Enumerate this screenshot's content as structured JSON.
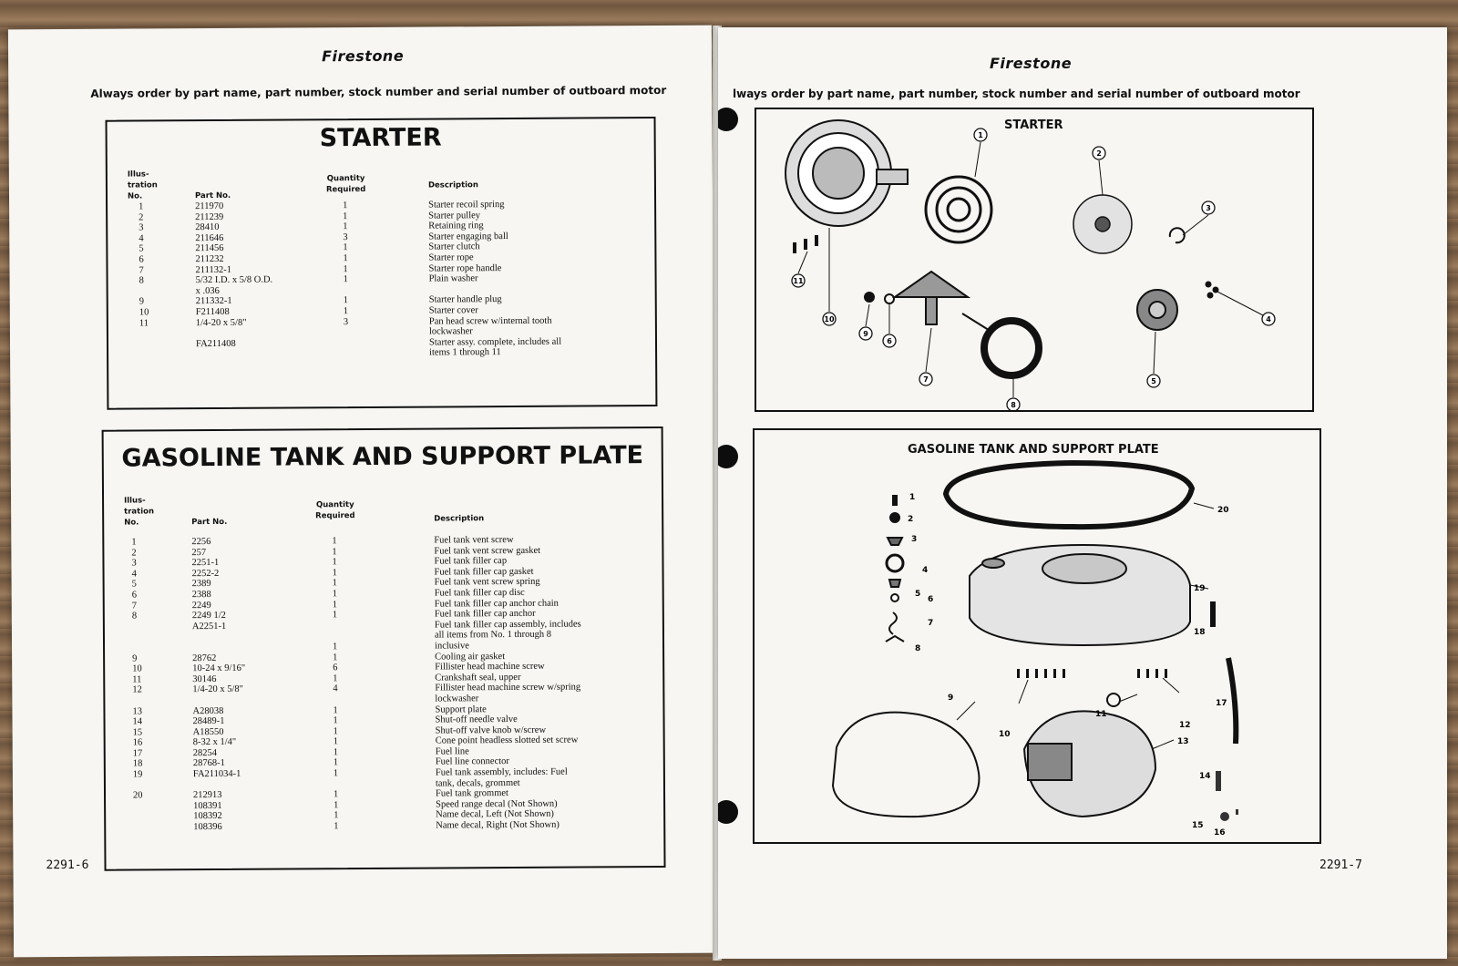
{
  "brand": "Firestone",
  "order_note_left": "Always order by part name, part number, stock number and serial number of outboard motor",
  "order_note_right": "lways order by part name, part number, stock number and serial number of outboard motor",
  "headers": {
    "illus": [
      "Illus-",
      "tration",
      "No."
    ],
    "part_no": "Part No.",
    "qty": [
      "Quantity",
      "Required"
    ],
    "desc": "Description"
  },
  "starter": {
    "title": "STARTER",
    "rows": [
      {
        "illus": "1",
        "part": "211970",
        "qty": "1",
        "desc": "Starter recoil spring"
      },
      {
        "illus": "2",
        "part": "211239",
        "qty": "1",
        "desc": "Starter pulley"
      },
      {
        "illus": "3",
        "part": "28410",
        "qty": "1",
        "desc": "Retaining ring"
      },
      {
        "illus": "4",
        "part": "211646",
        "qty": "3",
        "desc": "Starter engaging ball"
      },
      {
        "illus": "5",
        "part": "211456",
        "qty": "1",
        "desc": "Starter clutch"
      },
      {
        "illus": "6",
        "part": "211232",
        "qty": "1",
        "desc": "Starter rope"
      },
      {
        "illus": "7",
        "part": "211132-1",
        "qty": "1",
        "desc": "Starter rope handle"
      },
      {
        "illus": "8",
        "part": "5/32 I.D. x 5/8 O.D.",
        "qty": "1",
        "desc": "Plain washer"
      },
      {
        "illus": "",
        "part": "x .036",
        "qty": "",
        "desc": ""
      },
      {
        "illus": "9",
        "part": "211332-1",
        "qty": "1",
        "desc": "Starter handle plug"
      },
      {
        "illus": "10",
        "part": "F211408",
        "qty": "1",
        "desc": "Starter cover"
      },
      {
        "illus": "11",
        "part": "1/4-20 x 5/8\"",
        "qty": "3",
        "desc": "Pan head screw w/internal tooth"
      },
      {
        "illus": "",
        "part": "",
        "qty": "",
        "desc": "lockwasher"
      },
      {
        "illus": "",
        "part": "FA211408",
        "qty": "",
        "desc": "Starter assy. complete, includes all"
      },
      {
        "illus": "",
        "part": "",
        "qty": "",
        "desc": "items 1 through 11"
      }
    ]
  },
  "gas": {
    "title": "GASOLINE TANK AND SUPPORT PLATE",
    "rows": [
      {
        "illus": "1",
        "part": "2256",
        "qty": "1",
        "desc": "Fuel tank vent screw"
      },
      {
        "illus": "2",
        "part": "257",
        "qty": "1",
        "desc": "Fuel tank vent screw gasket"
      },
      {
        "illus": "3",
        "part": "2251-1",
        "qty": "1",
        "desc": "Fuel tank filler cap"
      },
      {
        "illus": "4",
        "part": "2252-2",
        "qty": "1",
        "desc": "Fuel tank filler cap gasket"
      },
      {
        "illus": "5",
        "part": "2389",
        "qty": "1",
        "desc": "Fuel tank vent screw spring"
      },
      {
        "illus": "6",
        "part": "2388",
        "qty": "1",
        "desc": "Fuel tank filler cap disc"
      },
      {
        "illus": "7",
        "part": "2249",
        "qty": "1",
        "desc": "Fuel tank filler cap anchor chain"
      },
      {
        "illus": "8",
        "part": "2249 1/2",
        "qty": "1",
        "desc": "Fuel tank filler cap anchor"
      },
      {
        "illus": "",
        "part": "A2251-1",
        "qty": "",
        "desc": "Fuel tank filler cap assembly, includes"
      },
      {
        "illus": "",
        "part": "",
        "qty": "",
        "desc": "all items from No. 1 through 8"
      },
      {
        "illus": "",
        "part": "",
        "qty": "1",
        "desc": "inclusive"
      },
      {
        "illus": "9",
        "part": "28762",
        "qty": "1",
        "desc": "Cooling air gasket"
      },
      {
        "illus": "10",
        "part": "10-24 x 9/16\"",
        "qty": "6",
        "desc": "Fillister head machine screw"
      },
      {
        "illus": "11",
        "part": "30146",
        "qty": "1",
        "desc": "Crankshaft seal, upper"
      },
      {
        "illus": "12",
        "part": "1/4-20 x 5/8\"",
        "qty": "4",
        "desc": "Fillister head machine screw w/spring"
      },
      {
        "illus": "",
        "part": "",
        "qty": "",
        "desc": "lockwasher"
      },
      {
        "illus": "13",
        "part": "A28038",
        "qty": "1",
        "desc": "Support plate"
      },
      {
        "illus": "14",
        "part": "28489-1",
        "qty": "1",
        "desc": "Shut-off needle valve"
      },
      {
        "illus": "15",
        "part": "A18550",
        "qty": "1",
        "desc": "Shut-off valve knob w/screw"
      },
      {
        "illus": "16",
        "part": "8-32 x 1/4\"",
        "qty": "1",
        "desc": "Cone point headless slotted set screw"
      },
      {
        "illus": "17",
        "part": "28254",
        "qty": "1",
        "desc": "Fuel line"
      },
      {
        "illus": "18",
        "part": "28768-1",
        "qty": "1",
        "desc": "Fuel line connector"
      },
      {
        "illus": "19",
        "part": "FA211034-1",
        "qty": "1",
        "desc": "Fuel tank assembly, includes: Fuel"
      },
      {
        "illus": "",
        "part": "",
        "qty": "",
        "desc": "tank, decals, grommet"
      },
      {
        "illus": "20",
        "part": "212913",
        "qty": "1",
        "desc": "Fuel tank grommet"
      },
      {
        "illus": "",
        "part": "108391",
        "qty": "1",
        "desc": "Speed range decal (Not Shown)"
      },
      {
        "illus": "",
        "part": "108392",
        "qty": "1",
        "desc": "Name decal, Left (Not Shown)"
      },
      {
        "illus": "",
        "part": "108396",
        "qty": "1",
        "desc": "Name decal, Right (Not Shown)"
      }
    ]
  },
  "page_left_number": "2291-6",
  "page_right_number": "2291-7",
  "figure_starter": {
    "title": "STARTER",
    "callouts": [
      "1",
      "2",
      "3",
      "4",
      "5",
      "7",
      "8",
      "9",
      "10",
      "11",
      "6"
    ]
  },
  "figure_gas": {
    "title": "GASOLINE TANK AND SUPPORT PLATE",
    "callouts": [
      "1",
      "2",
      "3",
      "4",
      "5",
      "6",
      "7",
      "8",
      "9",
      "10",
      "11",
      "12",
      "13",
      "14",
      "15",
      "16",
      "17",
      "18",
      "19",
      "20"
    ]
  }
}
